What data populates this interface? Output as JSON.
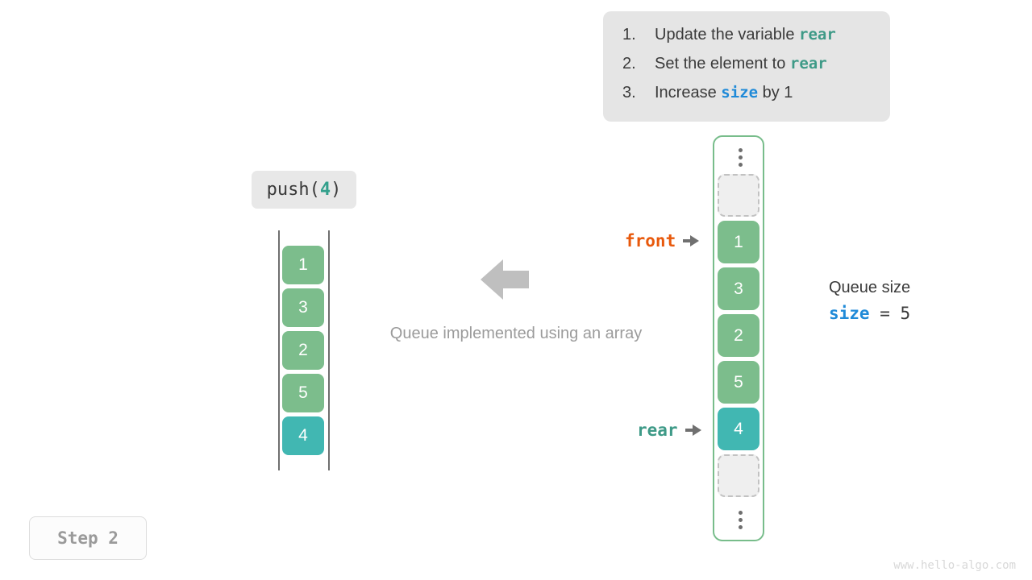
{
  "instructions": {
    "steps": [
      {
        "num": "1.",
        "pre": "Update the variable ",
        "token": "rear",
        "token_color": "teal",
        "post": ""
      },
      {
        "num": "2.",
        "pre": "Set the element to ",
        "token": "rear",
        "token_color": "teal",
        "post": ""
      },
      {
        "num": "3.",
        "pre": "Increase ",
        "token": "size",
        "token_color": "blue",
        "post": " by 1"
      }
    ]
  },
  "operation": {
    "name": "push(",
    "argument": "4",
    "close": ")"
  },
  "left_array": {
    "cells": [
      {
        "value": "1",
        "color": "green"
      },
      {
        "value": "3",
        "color": "green"
      },
      {
        "value": "2",
        "color": "green"
      },
      {
        "value": "5",
        "color": "green"
      },
      {
        "value": "4",
        "color": "teal"
      }
    ]
  },
  "center": {
    "caption": "Queue implemented using an array",
    "arrow_icon": "arrow-left-icon"
  },
  "memory": {
    "top_ellipsis": "vertical-ellipsis-icon",
    "bottom_ellipsis": "vertical-ellipsis-icon",
    "cells": [
      {
        "value": "",
        "state": "empty"
      },
      {
        "value": "1",
        "state": "filled",
        "color": "green"
      },
      {
        "value": "3",
        "state": "filled",
        "color": "green"
      },
      {
        "value": "2",
        "state": "filled",
        "color": "green"
      },
      {
        "value": "5",
        "state": "filled",
        "color": "green"
      },
      {
        "value": "4",
        "state": "filled",
        "color": "teal"
      },
      {
        "value": "",
        "state": "empty"
      }
    ]
  },
  "pointers": {
    "front": {
      "label": "front",
      "color": "#e8590c"
    },
    "rear": {
      "label": "rear",
      "color": "#3e9a87"
    }
  },
  "size_readout": {
    "title": "Queue size",
    "variable": "size",
    "equals": " = ",
    "value": "5"
  },
  "step_badge": {
    "label": "Step 2"
  },
  "watermark": {
    "text": "www.hello-algo.com"
  },
  "colors": {
    "green_cell": "#7cbd8c",
    "teal_cell": "#41b7b2",
    "empty_cell": "#efefef",
    "container_border": "#78bd8b",
    "front_orange": "#e8590c",
    "rear_teal": "#3e9a87",
    "size_blue": "#1f8ad8",
    "panel_bg": "#e5e5e5"
  }
}
